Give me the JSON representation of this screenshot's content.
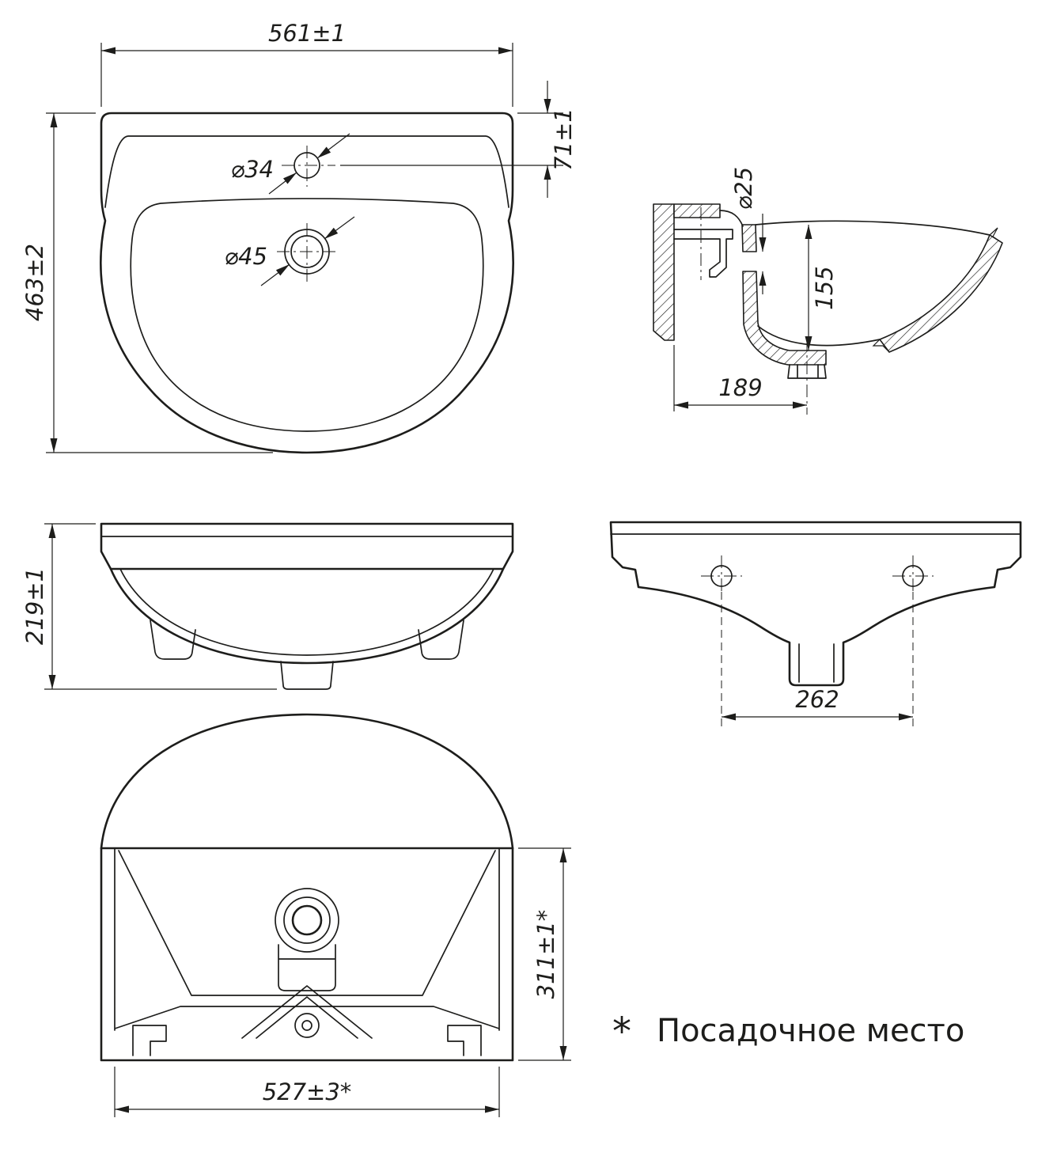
{
  "drawing": {
    "background": "#ffffff",
    "line_color": "#1d1d1b",
    "views": {
      "top": {
        "width": "561±1",
        "depth": "463±2",
        "faucet_offset": "71±1",
        "faucet_hole": "⌀34",
        "drain_hole": "⌀45"
      },
      "section": {
        "overflow_hole": "⌀25",
        "bowl_depth": "155",
        "back_offset": "189"
      },
      "front": {
        "height": "219±1"
      },
      "back": {
        "hole_spacing": "262"
      },
      "bottom": {
        "seat_height": "311±1*",
        "seat_width": "527±3*"
      }
    },
    "footnote": {
      "marker": "*",
      "text": "Посадочное место"
    }
  }
}
